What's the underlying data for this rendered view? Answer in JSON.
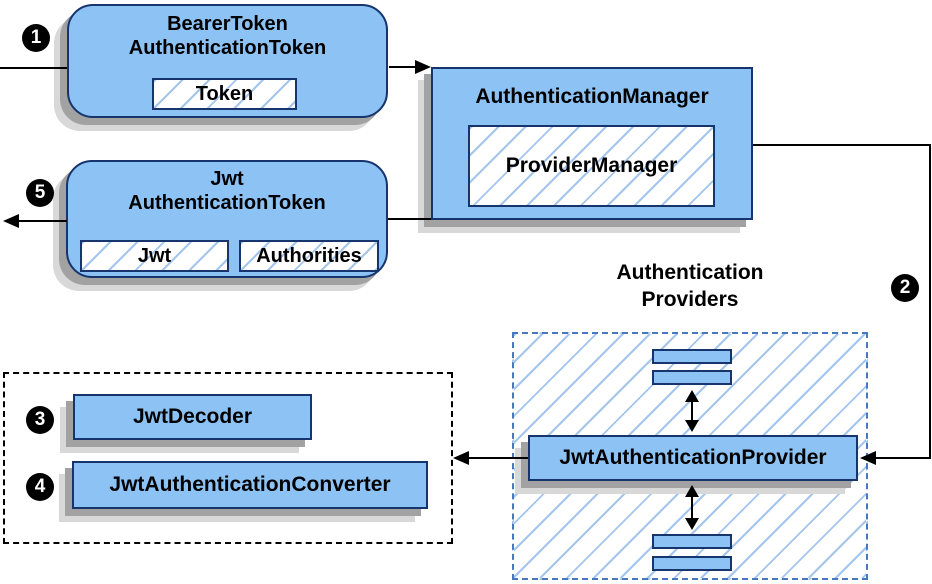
{
  "badges": [
    {
      "id": "step-1",
      "label": "1"
    },
    {
      "id": "step-2",
      "label": "2"
    },
    {
      "id": "step-3",
      "label": "3"
    },
    {
      "id": "step-4",
      "label": "4"
    },
    {
      "id": "step-5",
      "label": "5"
    }
  ],
  "nodes": {
    "bearer_token": {
      "title_line1": "BearerToken",
      "title_line2": "AuthenticationToken",
      "slot": "Token"
    },
    "authentication_manager": {
      "title": "AuthenticationManager",
      "slot": "ProviderManager"
    },
    "jwt_authentication_token": {
      "title_line1": "Jwt",
      "title_line2": "AuthenticationToken",
      "slot1": "Jwt",
      "slot2": "Authorities"
    },
    "authentication_providers": {
      "label_line1": "Authentication",
      "label_line2": "Providers",
      "provider": "JwtAuthenticationProvider"
    },
    "jwt_tools": {
      "decoder": "JwtDecoder",
      "converter": "JwtAuthenticationConverter"
    }
  },
  "colors": {
    "node_fill": "#8cc2f4",
    "node_border": "#16356c",
    "hatch_line": "#a4c6ee",
    "providers_dash_border": "#4778bc",
    "tools_dash_border": "#000000",
    "shadow_near": "#a2a2a2",
    "shadow_far": "#d8d8d8",
    "arrow": "#000000",
    "badge_bg": "#000000",
    "badge_text": "#ffffff",
    "background": "#ffffff"
  }
}
